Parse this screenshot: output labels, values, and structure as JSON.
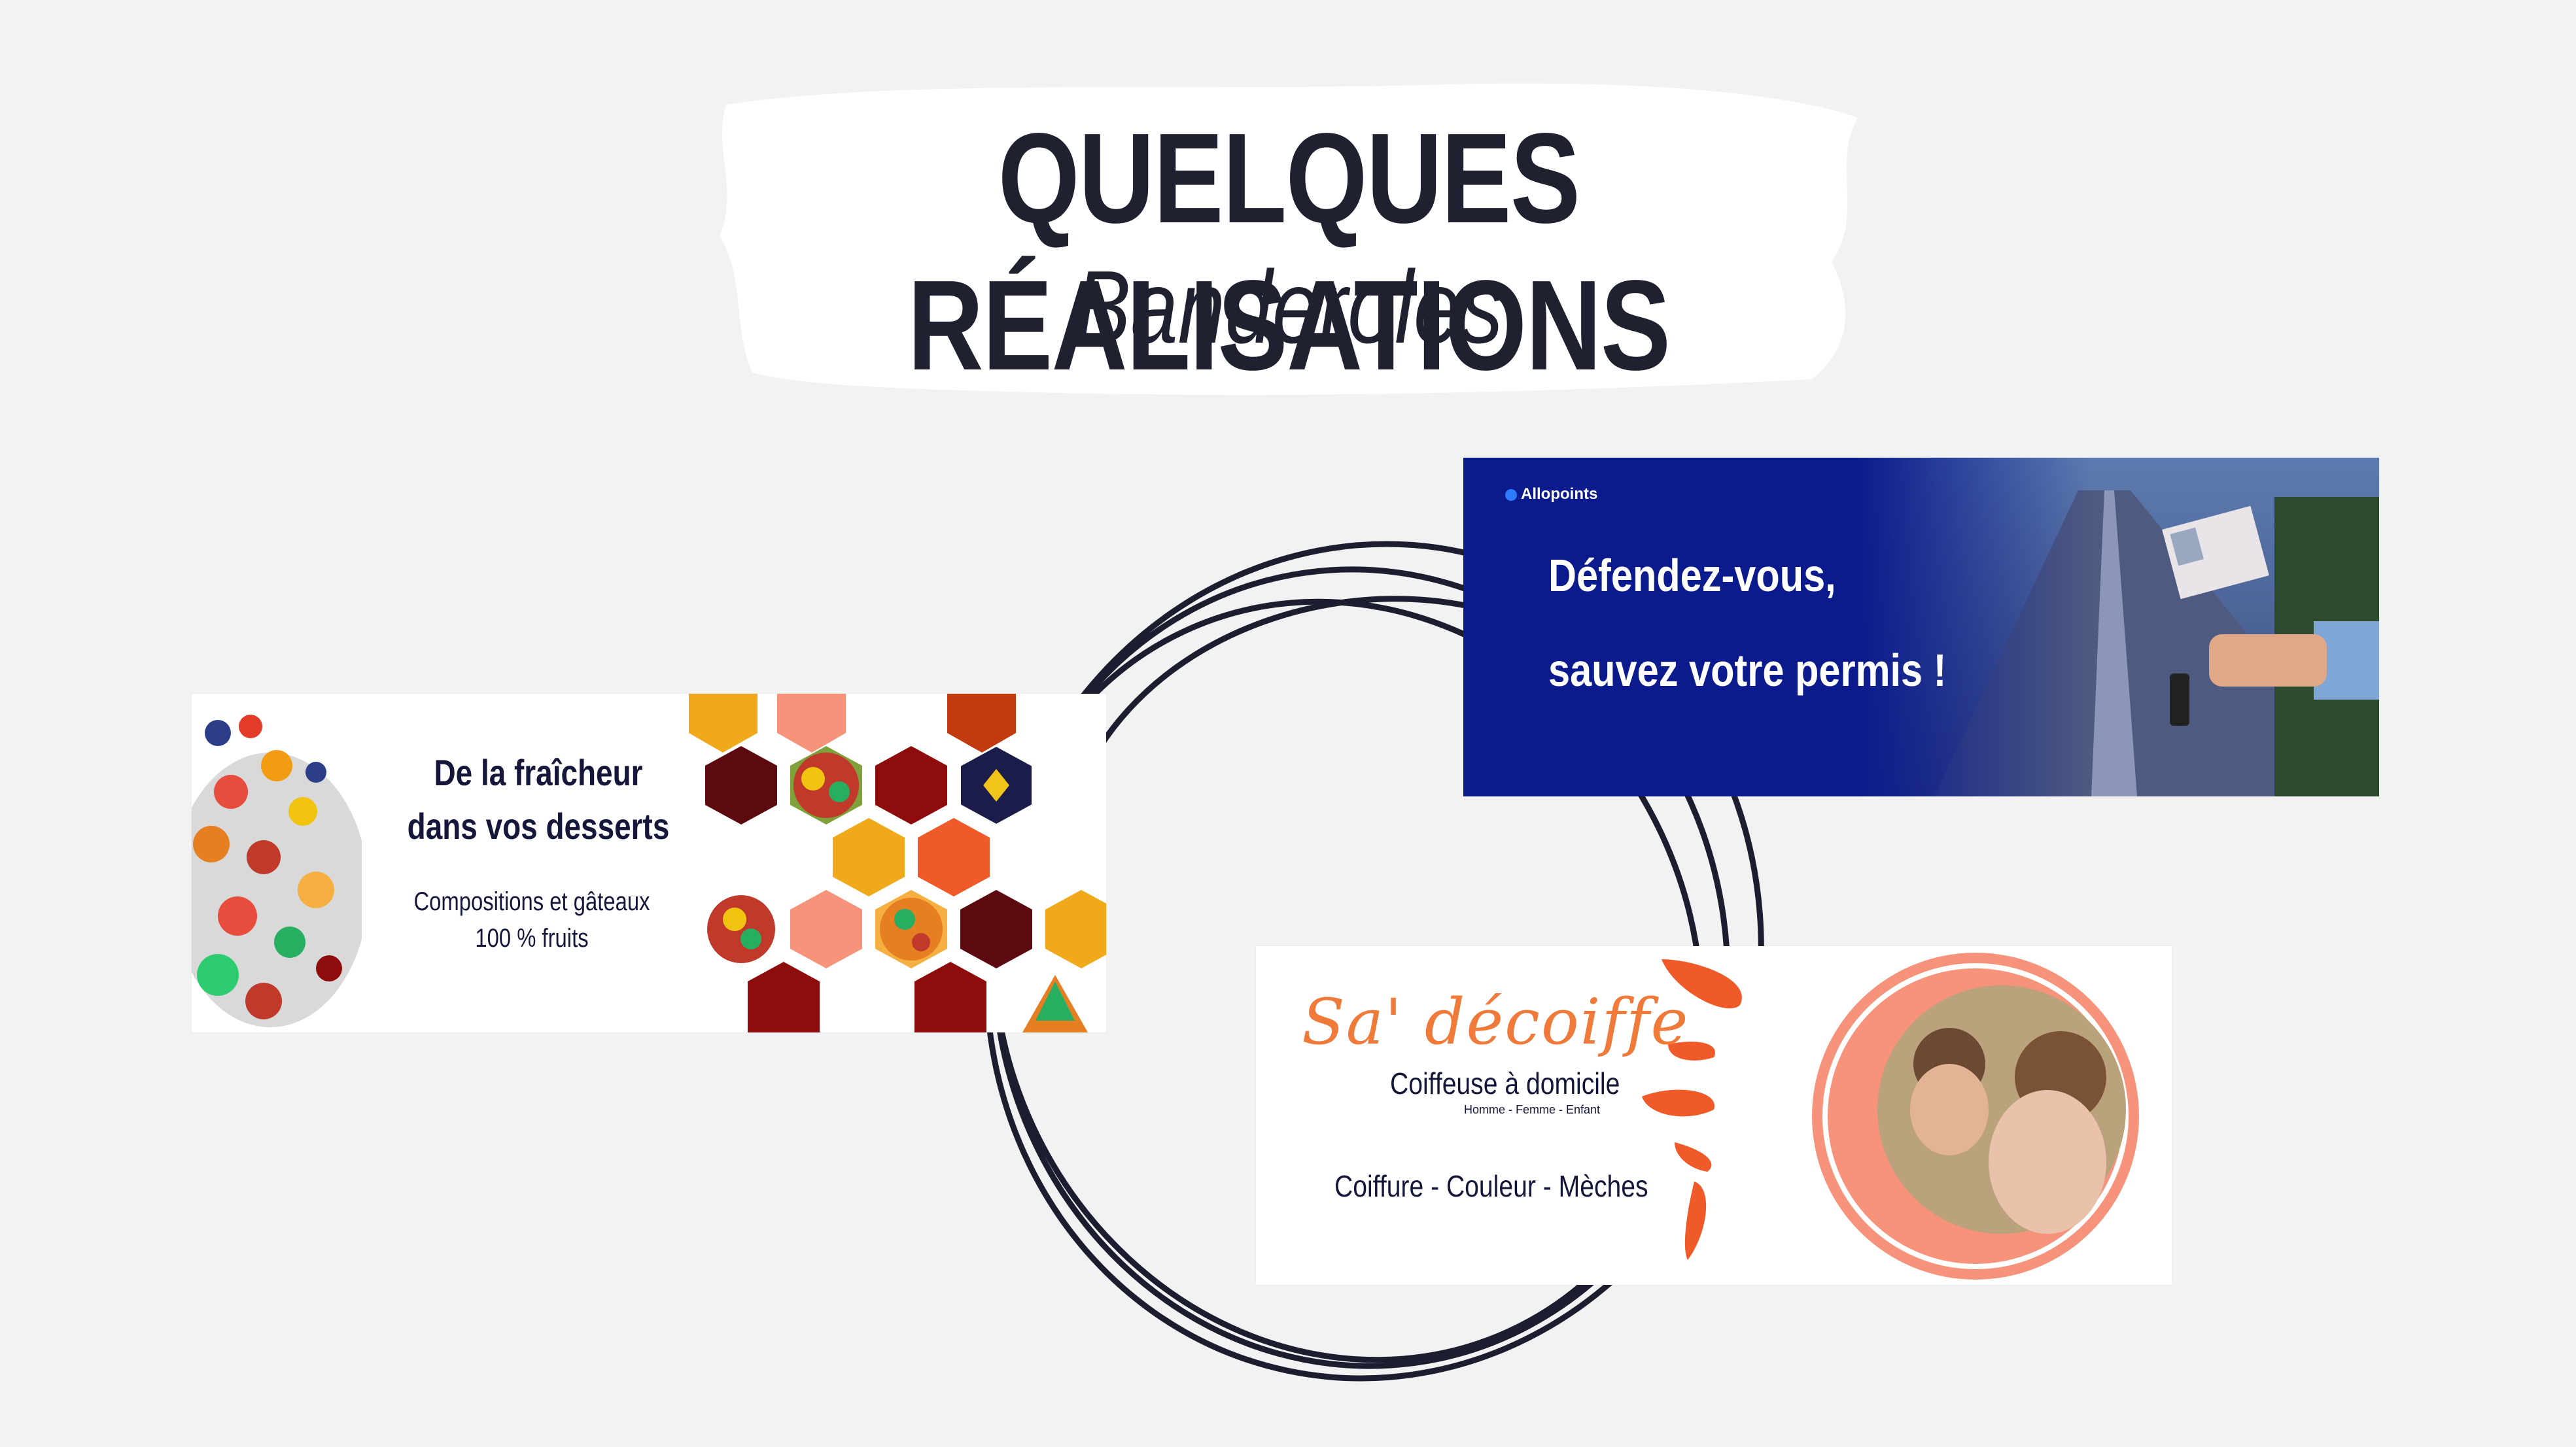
{
  "header": {
    "title": "QUELQUES RÉALISATIONS",
    "subtitle": "Banderoles"
  },
  "banners": {
    "fruits": {
      "headline_line1": "De la fraîcheur",
      "headline_line2": "dans vos desserts",
      "sub_line1": "Compositions et gâteaux",
      "sub_line2": "100 % fruits"
    },
    "allopoints": {
      "brand": "Allopoints",
      "line1": "Défendez-vous,",
      "line2": "sauvez votre permis !"
    },
    "coiffure": {
      "logo": "Sa' décoiffe",
      "title": "Coiffeuse à domicile",
      "tagline": "Homme - Femme - Enfant",
      "services": "Coiffure - Couleur - Mèches"
    }
  },
  "colors": {
    "background": "#f2f2f2",
    "title_text": "#1f2030",
    "navy_banner": "#0b1a8c",
    "orange_accent": "#f05a28",
    "salmon": "#f7937a",
    "dark_red": "#5c0a0f",
    "red": "#8e0c0c",
    "amber": "#f0a91b"
  }
}
